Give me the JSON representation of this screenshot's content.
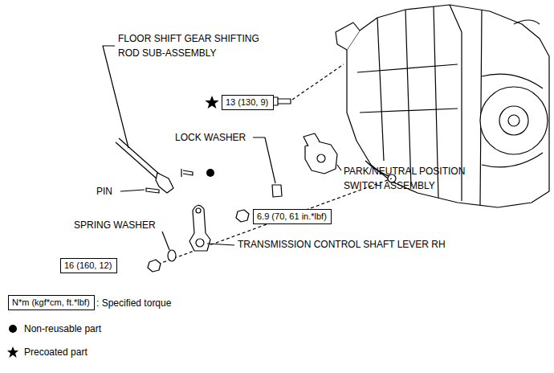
{
  "diagram": {
    "nodes": [
      {
        "text": [
          "13 (130, 9)"
        ]
      },
      {
        "text": [
          "6.9 (70, 61 in.*lbf)"
        ]
      },
      {
        "text": [
          "16 (160, 12)"
        ]
      },
      {
        "text": [
          "N*m (kgf*cm, ft.*lbf)"
        ]
      }
    ],
    "labels": [
      "FLOOR SHIFT GEAR SHIFTING ROD SUB-ASSEMBLY",
      "LOCK WASHER",
      "PARK/NEUTRAL POSITION SWITCH ASSEMBLY",
      "PIN",
      "SPRING WASHER",
      "TRANSMISSION CONTROL SHAFT LEVER RH"
    ],
    "legend": [
      {
        "text": ": Specified torque"
      },
      {
        "text": "Non-reusable part"
      },
      {
        "text": "Precoated part"
      }
    ]
  }
}
